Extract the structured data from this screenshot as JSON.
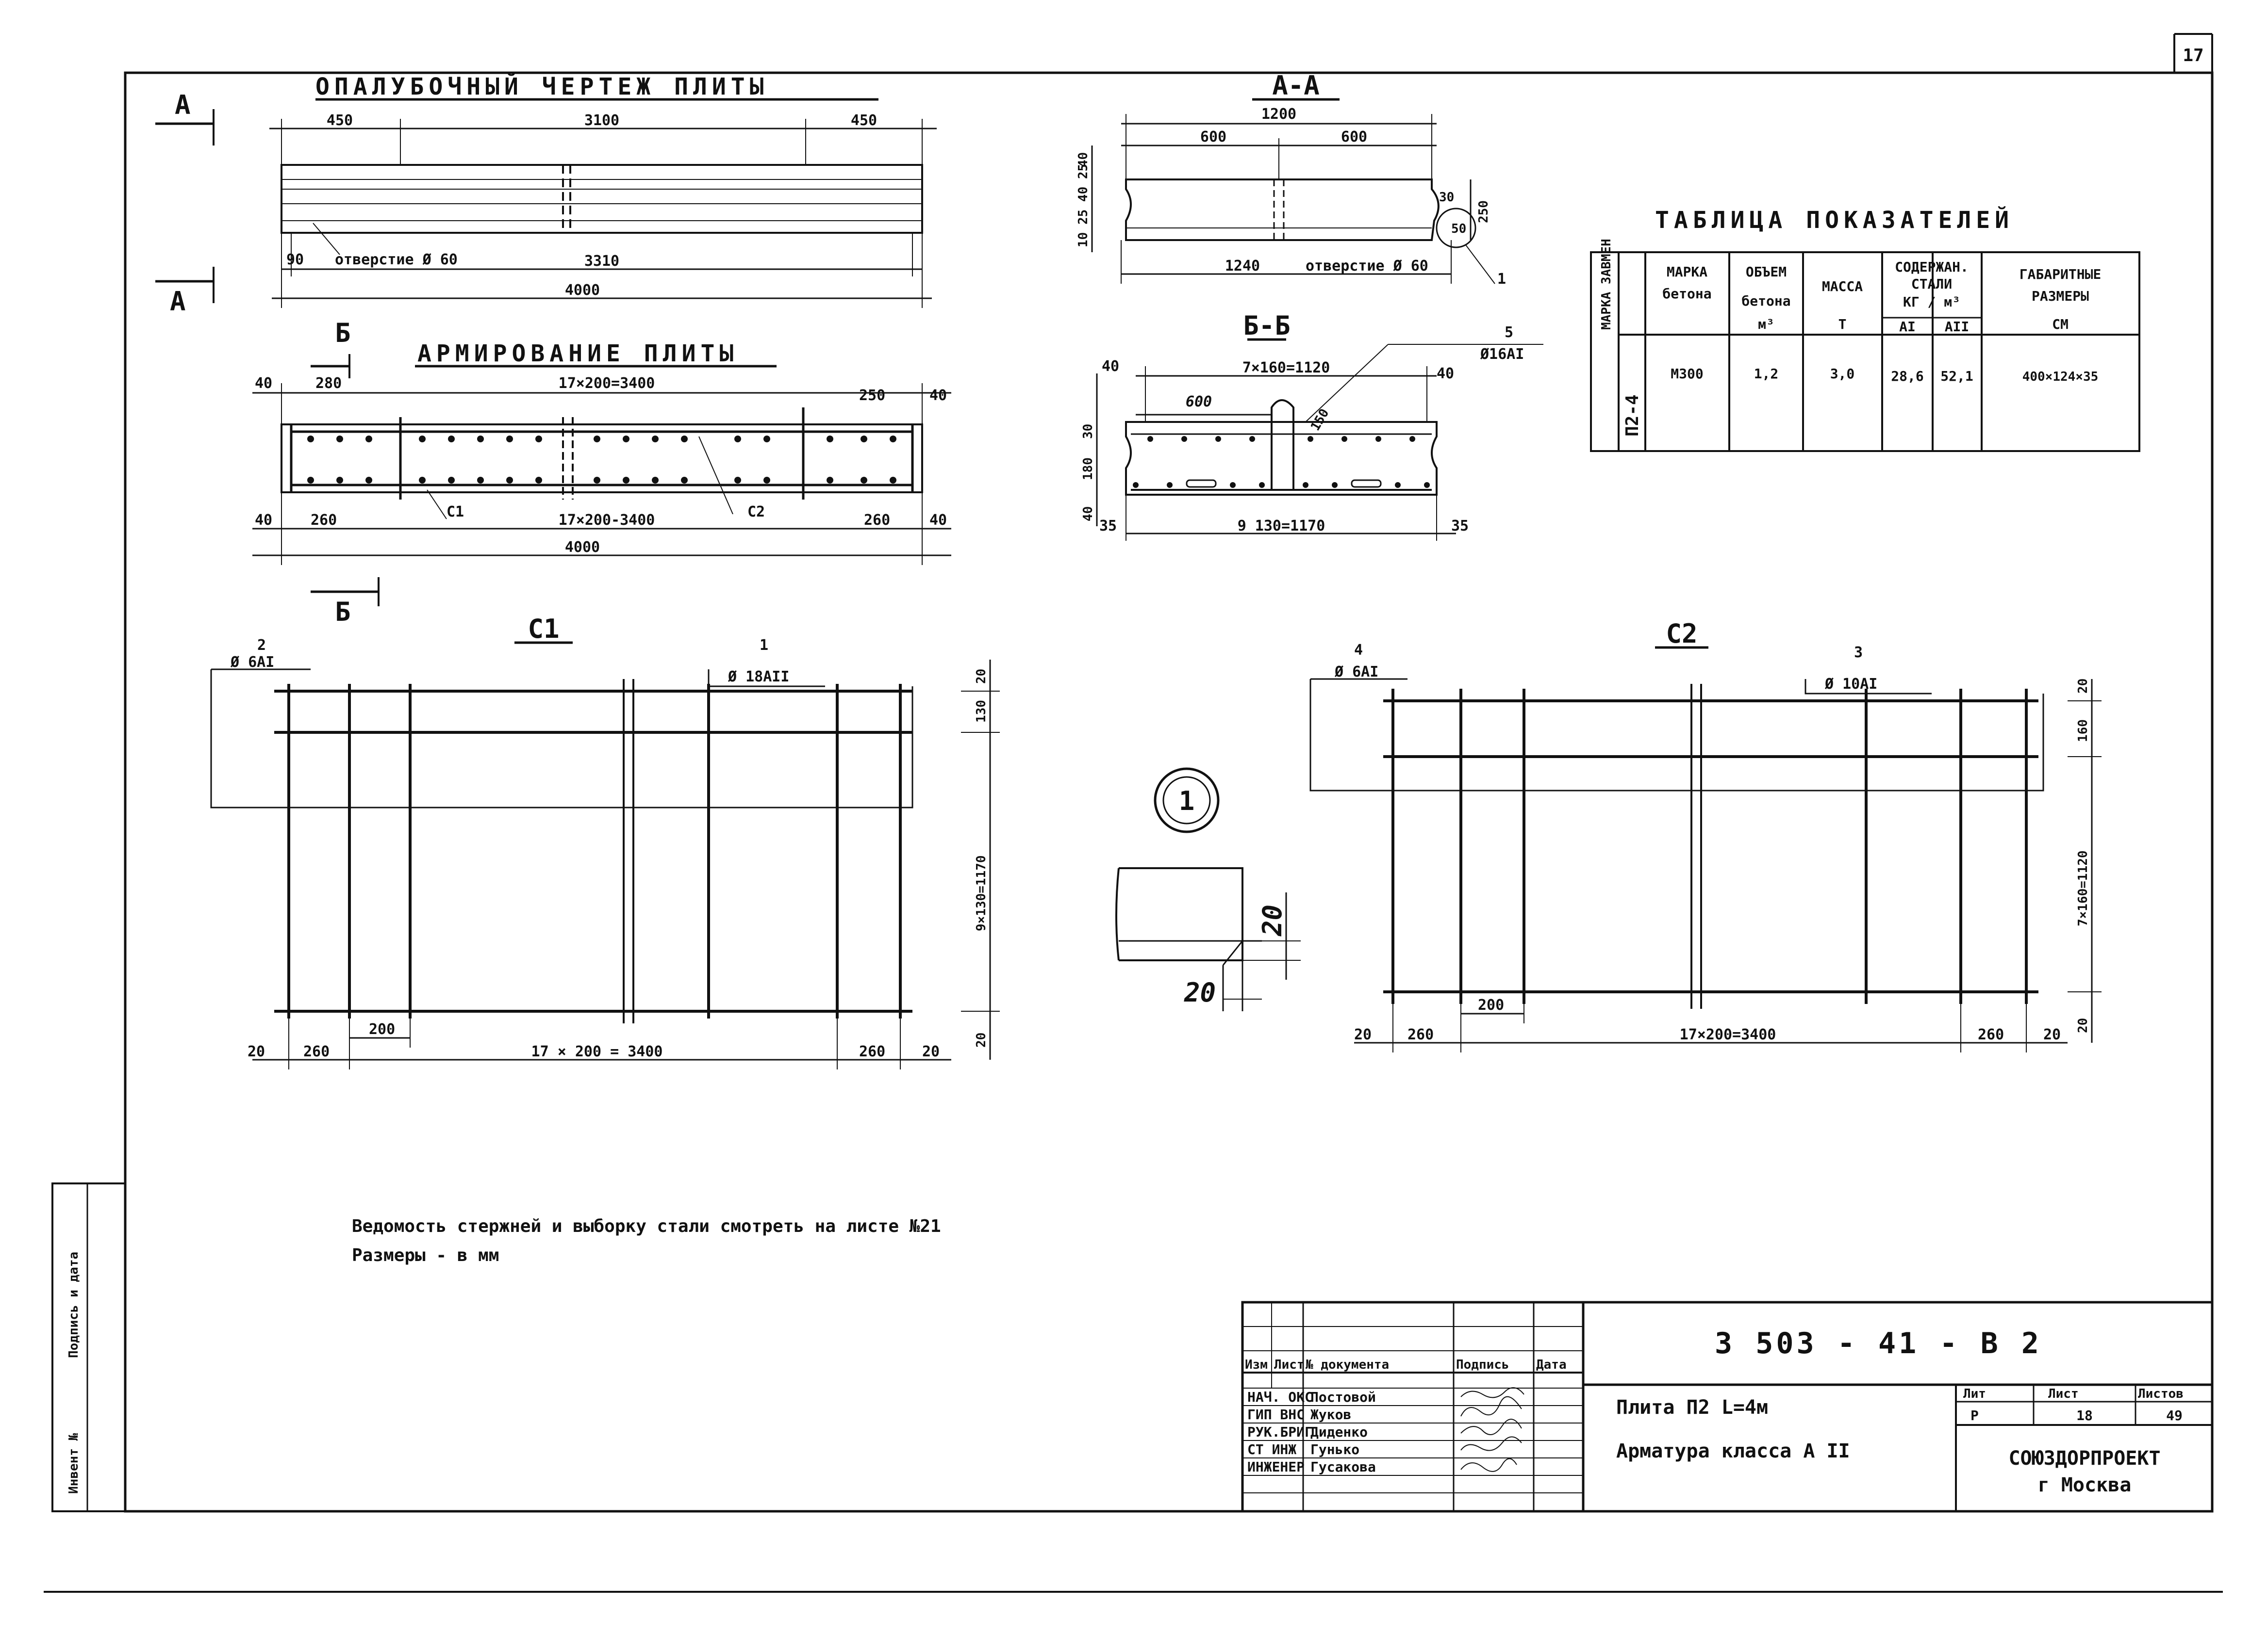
{
  "sheet": {
    "page_number": "17",
    "sheet_code": "3 503 - 41 - B 2",
    "object_title_1": "Плита  П2  L=4м",
    "object_title_2": "Арматура класса  A II",
    "organization_1": "СОЮЗДОРПРОЕКТ",
    "organization_2": "г Москва",
    "stamp_left_1": "Инвент №",
    "stamp_left_2": "Подпись и дата"
  },
  "formwork": {
    "title": "ОПАЛУБОЧНЫЙ  ЧЕРТЕЖ  ПЛИТЫ",
    "section_mark_a": "А",
    "dim_left": "450",
    "dim_mid": "3100",
    "dim_right": "450",
    "dim_hole_offset": "90",
    "hole_label": "отверстие Ø 60",
    "dim_holes": "3310",
    "dim_total": "4000"
  },
  "section_aa": {
    "title": "А-А",
    "dim_total": "1200",
    "dim_left": "600",
    "dim_right": "600",
    "dim_bottom": "1240",
    "hole_label": "отверстие Ø 60",
    "callout": "1",
    "dim_h1": "40",
    "dim_h2": "10 25 40 25",
    "dim_h3": "250",
    "dim_r1": "30",
    "dim_r2": "50"
  },
  "reinforcement": {
    "title": "АРМИРОВАНИЕ  ПЛИТЫ",
    "section_mark_b": "Б",
    "dim_top_l1": "40",
    "dim_top_l2": "280",
    "dim_top_mid": "17×200=3400",
    "dim_top_r1": "250",
    "dim_top_r2": "40",
    "dim_bot_l1": "40",
    "dim_bot_l2": "260",
    "dim_bot_mid": "17×200-3400",
    "dim_bot_r1": "260",
    "dim_bot_r2": "40",
    "dim_total": "4000",
    "label_c1": "С1",
    "label_c2": "С2"
  },
  "section_bb": {
    "title": "Б-Б",
    "dim_top": "7×160=1120",
    "dim_left_top": "40",
    "dim_right_top": "40",
    "dim_600": "600",
    "bar_mark": "5",
    "bar_diam": "Ø16АI",
    "dim_h30": "30",
    "dim_h180": "180",
    "dim_h40": "40",
    "dim_bot": "9 130=1170",
    "dim_bot_l": "35",
    "dim_bot_r": "35",
    "inner": "150"
  },
  "indicators": {
    "title": "ТАБЛИЦА  ПОКАЗАТЕЛЕЙ",
    "col_mark": "МАРКА ЗАВМЕН",
    "col_concrete_grade_1": "МАРКА",
    "col_concrete_grade_2": "бетона",
    "col_volume_1": "ОБЪЕМ",
    "col_volume_2": "бетона",
    "col_volume_3": "м³",
    "col_mass_1": "МАССА",
    "col_mass_2": "Т",
    "col_steel_1": "СОДЕРЖАН.",
    "col_steel_2": "СТАЛИ",
    "col_steel_3": "КГ / м³",
    "col_steel_a1": "АI",
    "col_steel_a2": "АII",
    "col_size_1": "ГАБАРИТНЫЕ",
    "col_size_2": "РАЗМЕРЫ",
    "col_size_3": "СМ",
    "row_mark": "П2-4",
    "row_grade": "М300",
    "row_volume": "1,2",
    "row_mass": "3,0",
    "row_a1": "28,6",
    "row_a2": "52,1",
    "row_size": "400×124×35"
  },
  "c1": {
    "title": "С1",
    "mark_top_left": "2",
    "diam_top_left": "Ø 6АI",
    "mark_top_right": "1",
    "diam_top_right": "Ø 18АII",
    "dim_r_top": "20",
    "dim_r_mid": "130",
    "dim_r_long": "9×130=1170",
    "dim_bot_l": "20",
    "dim_bot_260": "260",
    "dim_bot_200": "200",
    "dim_bot_mid": "17 × 200 = 3400",
    "dim_bot_r260": "260",
    "dim_bot_r20": "20",
    "dim_r_bot": "20"
  },
  "c2": {
    "title": "С2",
    "mark_top_left": "4",
    "diam_top_left": "Ø 6АI",
    "mark_top_right": "3",
    "diam_top_right": "Ø 10АI",
    "dim_r_top": "20",
    "dim_r_mid": "160",
    "dim_r_long": "7×160=1120",
    "dim_bot_l": "20",
    "dim_bot_260": "260",
    "dim_bot_200": "200",
    "dim_bot_mid": "17×200=3400",
    "dim_bot_r260": "260",
    "dim_bot_r20": "20",
    "dim_r_bot": "20"
  },
  "detail1": {
    "callout": "1",
    "dim_v": "20",
    "dim_h": "20"
  },
  "notes": {
    "line1": "Ведомость стержней и выборку стали смотреть на листе №21",
    "line2": "Размеры - в мм"
  },
  "stamp": {
    "hdr_izm": "Изм",
    "hdr_list": "Лист",
    "hdr_doc": "№ документа",
    "hdr_sign": "Подпись",
    "hdr_date": "Дата",
    "r1_role": "НАЧ. ОКС",
    "r1_name": "Постовой",
    "r2_role": "ГИП ВНС",
    "r2_name": "Жуков",
    "r3_role": "РУК.БРИГ",
    "r3_name": "Диденко",
    "r4_role": "СТ ИНЖ",
    "r4_name": "Гунько",
    "r5_role": "ИНЖЕНЕР",
    "r5_name": "Гусакова",
    "hdr_stage": "Лит",
    "hdr_sheet": "Лист",
    "hdr_sheets": "Листов",
    "stage": "Р",
    "sheet_no": "18",
    "sheets_total": "49"
  }
}
